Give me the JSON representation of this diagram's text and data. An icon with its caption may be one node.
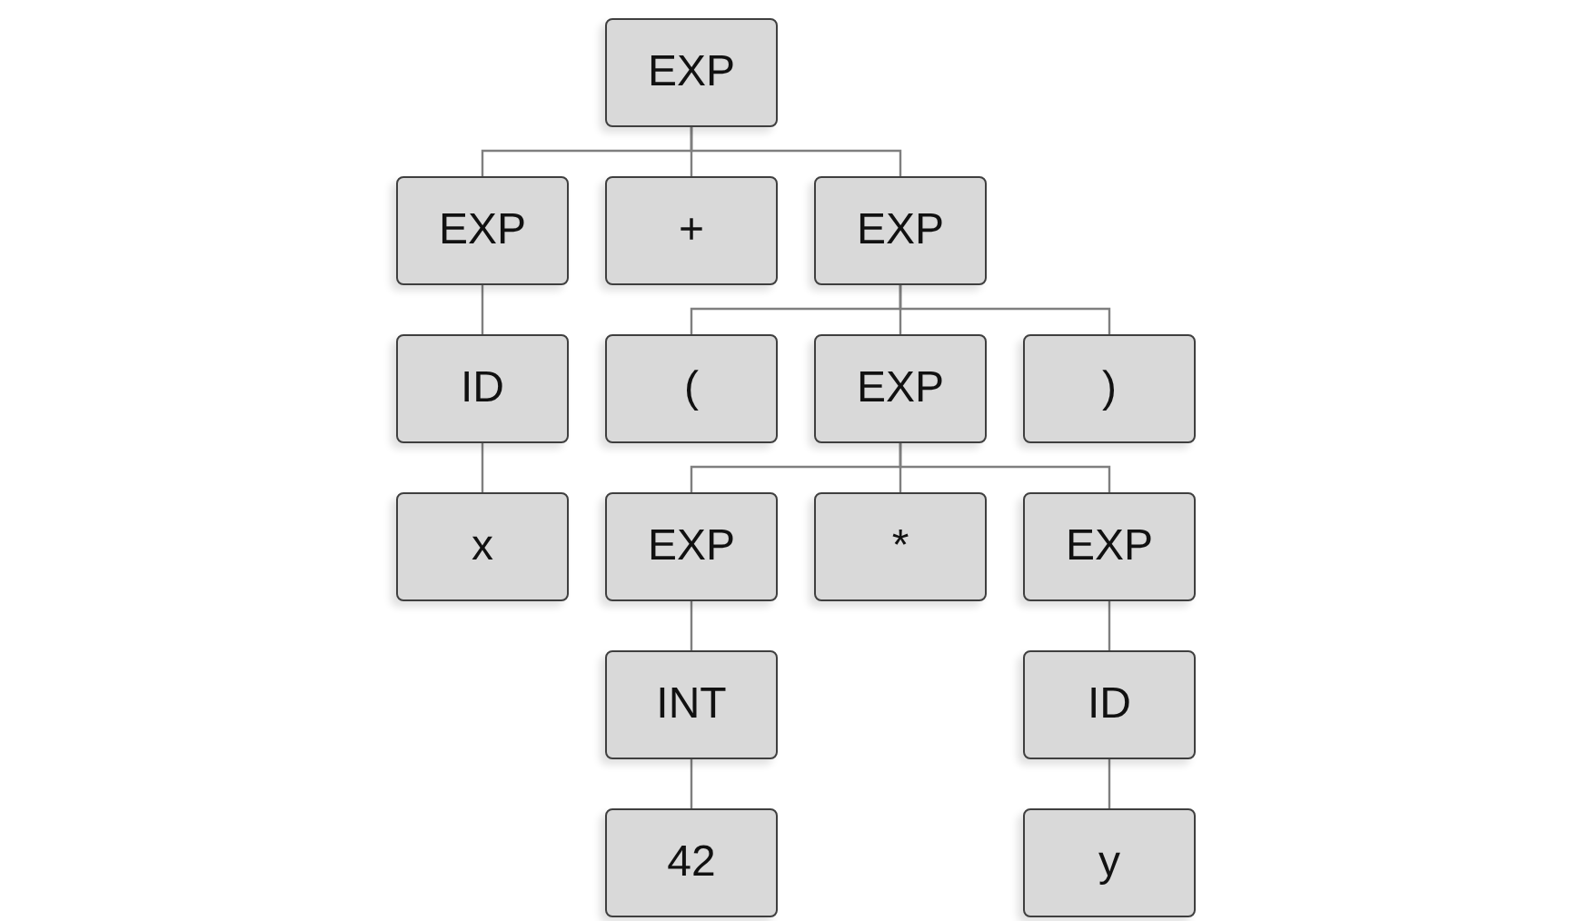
{
  "diagram": {
    "nodes": [
      {
        "text": [
          "EXP"
        ]
      },
      {
        "text": [
          "EXP"
        ]
      },
      {
        "text": [
          "+"
        ]
      },
      {
        "text": [
          "EXP"
        ]
      },
      {
        "text": [
          "ID"
        ]
      },
      {
        "text": [
          "("
        ]
      },
      {
        "text": [
          "EXP"
        ]
      },
      {
        "text": [
          ")"
        ]
      },
      {
        "text": [
          "x"
        ]
      },
      {
        "text": [
          "EXP"
        ]
      },
      {
        "text": [
          "*"
        ]
      },
      {
        "text": [
          "EXP"
        ]
      },
      {
        "text": [
          "INT"
        ]
      },
      {
        "text": [
          "ID"
        ]
      },
      {
        "text": [
          "42"
        ]
      },
      {
        "text": [
          "y"
        ]
      }
    ],
    "edges": [
      {
        "from": 0,
        "to": 1,
        "arrow": "none"
      },
      {
        "from": 0,
        "to": 2,
        "arrow": "none"
      },
      {
        "from": 0,
        "to": 3,
        "arrow": "none"
      },
      {
        "from": 1,
        "to": 4,
        "arrow": "none"
      },
      {
        "from": 3,
        "to": 5,
        "arrow": "none"
      },
      {
        "from": 3,
        "to": 6,
        "arrow": "none"
      },
      {
        "from": 3,
        "to": 7,
        "arrow": "none"
      },
      {
        "from": 4,
        "to": 8,
        "arrow": "none"
      },
      {
        "from": 6,
        "to": 9,
        "arrow": "none"
      },
      {
        "from": 6,
        "to": 10,
        "arrow": "none"
      },
      {
        "from": 6,
        "to": 11,
        "arrow": "none"
      },
      {
        "from": 9,
        "to": 12,
        "arrow": "none"
      },
      {
        "from": 11,
        "to": 13,
        "arrow": "none"
      },
      {
        "from": 12,
        "to": 14,
        "arrow": "none"
      },
      {
        "from": 13,
        "to": 15,
        "arrow": "none"
      }
    ]
  }
}
